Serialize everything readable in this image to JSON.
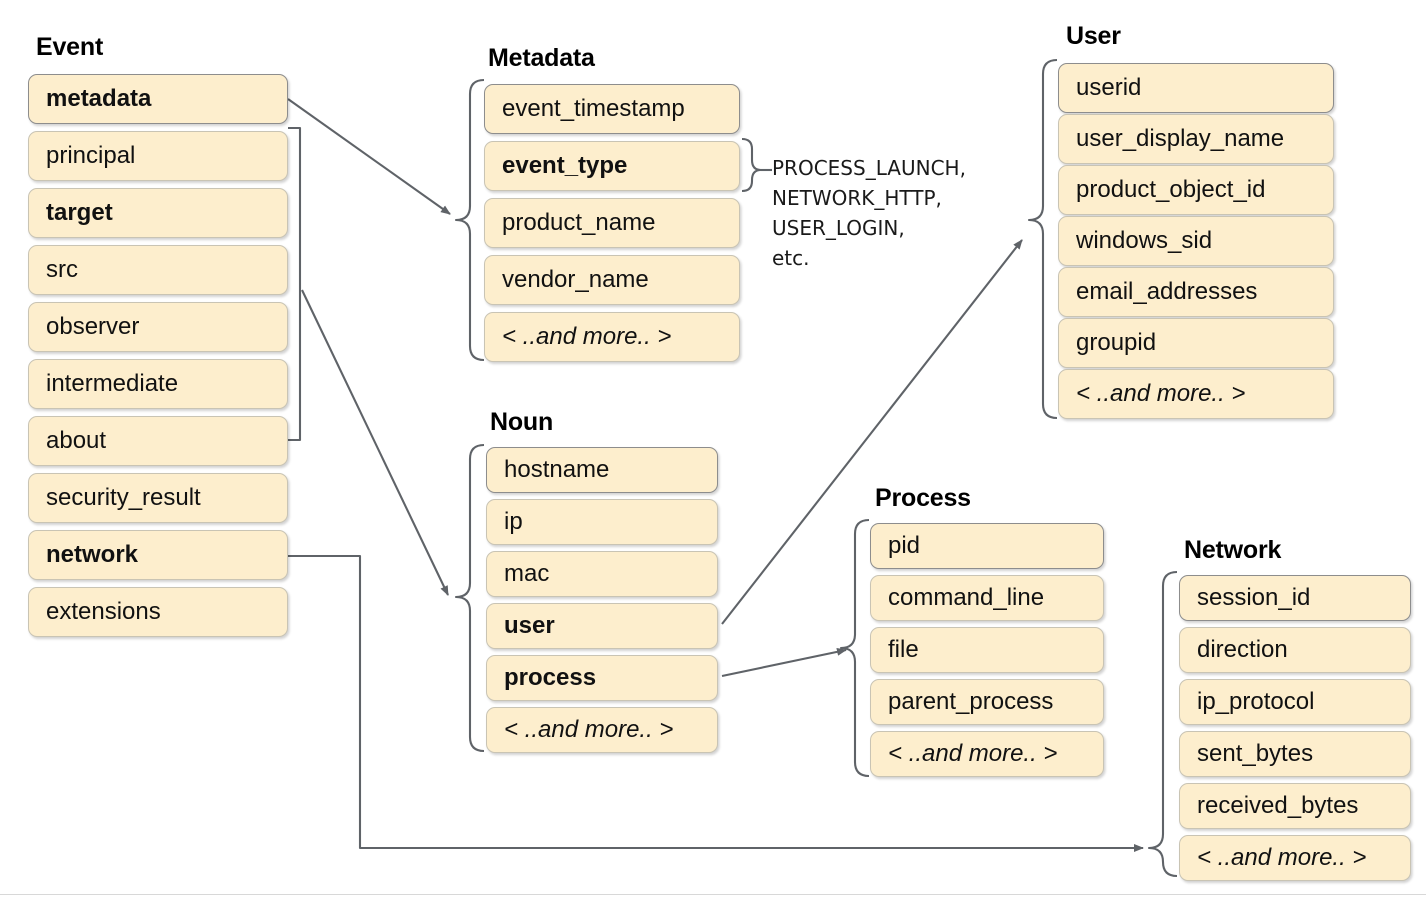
{
  "diagram": {
    "title_hidden": "",
    "groups": [
      {
        "id": "event",
        "title": "Event",
        "fields": [
          {
            "label": "metadata",
            "bold": true
          },
          {
            "label": "principal",
            "bold": false
          },
          {
            "label": "target",
            "bold": true
          },
          {
            "label": "src",
            "bold": false
          },
          {
            "label": "observer",
            "bold": false
          },
          {
            "label": "intermediate",
            "bold": false
          },
          {
            "label": "about",
            "bold": false
          },
          {
            "label": "security_result",
            "bold": false
          },
          {
            "label": "network",
            "bold": true
          },
          {
            "label": "extensions",
            "bold": false
          }
        ]
      },
      {
        "id": "metadata",
        "title": "Metadata",
        "fields": [
          {
            "label": "event_timestamp",
            "bold": false
          },
          {
            "label": "event_type",
            "bold": true
          },
          {
            "label": "product_name",
            "bold": false
          },
          {
            "label": "vendor_name",
            "bold": false
          },
          {
            "label": "< ..and more.. >",
            "bold": false,
            "more": true
          }
        ]
      },
      {
        "id": "user",
        "title": "User",
        "fields": [
          {
            "label": "userid",
            "bold": false
          },
          {
            "label": "user_display_name",
            "bold": false
          },
          {
            "label": "product_object_id",
            "bold": false
          },
          {
            "label": "windows_sid",
            "bold": false
          },
          {
            "label": "email_addresses",
            "bold": false
          },
          {
            "label": "groupid",
            "bold": false
          },
          {
            "label": "< ..and more.. >",
            "bold": false,
            "more": true
          }
        ]
      },
      {
        "id": "noun",
        "title": "Noun",
        "fields": [
          {
            "label": "hostname",
            "bold": false
          },
          {
            "label": "ip",
            "bold": false
          },
          {
            "label": "mac",
            "bold": false
          },
          {
            "label": "user",
            "bold": true
          },
          {
            "label": "process",
            "bold": true
          },
          {
            "label": "< ..and more.. >",
            "bold": false,
            "more": true
          }
        ]
      },
      {
        "id": "process",
        "title": "Process",
        "fields": [
          {
            "label": "pid",
            "bold": false
          },
          {
            "label": "command_line",
            "bold": false
          },
          {
            "label": "file",
            "bold": false
          },
          {
            "label": "parent_process",
            "bold": false
          },
          {
            "label": "< ..and more.. >",
            "bold": false,
            "more": true
          }
        ]
      },
      {
        "id": "network",
        "title": "Network",
        "fields": [
          {
            "label": "session_id",
            "bold": false
          },
          {
            "label": "direction",
            "bold": false
          },
          {
            "label": "ip_protocol",
            "bold": false
          },
          {
            "label": "sent_bytes",
            "bold": false
          },
          {
            "label": "received_bytes",
            "bold": false
          },
          {
            "label": "< ..and more.. >",
            "bold": false,
            "more": true
          }
        ]
      }
    ],
    "annotations": [
      {
        "id": "event-type-values",
        "lines": [
          "PROCESS_LAUNCH,",
          "NETWORK_HTTP,",
          "USER_LOGIN,",
          "etc."
        ],
        "text": "PROCESS_LAUNCH,\nNETWORK_HTTP,\nUSER_LOGIN,\netc."
      }
    ],
    "colors": {
      "field_fill": "#fdeecd",
      "field_border": "#c9c4b4",
      "field_border_first": "#8d8d8d",
      "connector": "#5f6368",
      "text": "#111111",
      "background": "#ffffff",
      "divider": "#d8d8d8"
    }
  }
}
